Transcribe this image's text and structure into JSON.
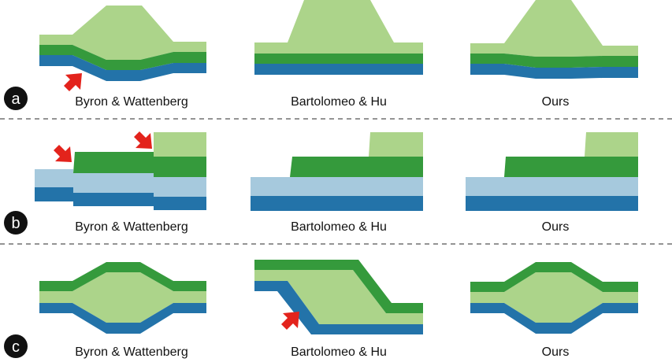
{
  "rows": [
    {
      "marker": "a",
      "labels": [
        "Byron & Wattenberg",
        "Bartolomeo & Hu",
        "Ours"
      ]
    },
    {
      "marker": "b",
      "labels": [
        "Byron & Wattenberg",
        "Bartolomeo & Hu",
        "Ours"
      ]
    },
    {
      "marker": "c",
      "labels": [
        "Byron & Wattenberg",
        "Bartolomeo & Hu",
        "Ours"
      ]
    }
  ],
  "colors": {
    "light_green": "#acd48a",
    "green": "#359a3c",
    "blue": "#2373a9",
    "light_blue": "#a6c9dd",
    "arrow": "#e3231c"
  }
}
